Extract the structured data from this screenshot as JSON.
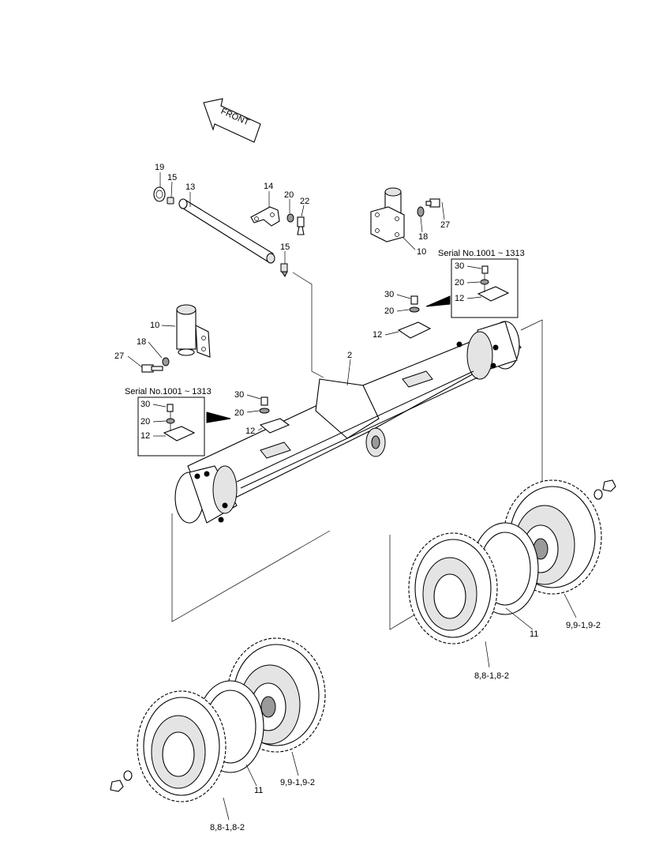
{
  "arrow": {
    "text": "FRONT"
  },
  "serial_boxes": [
    {
      "title": "Serial No.1001 ~ 1313",
      "items": [
        "30",
        "20",
        "12"
      ]
    },
    {
      "title": "Serial No.1001 ~ 1313",
      "items": [
        "30",
        "20",
        "12"
      ]
    }
  ],
  "callouts": {
    "p19": "19",
    "p15a": "15",
    "p13": "13",
    "p14": "14",
    "p20a": "20",
    "p22": "22",
    "p15b": "15",
    "p10a": "10",
    "p18a": "18",
    "p27a": "27",
    "p10b": "10",
    "p18b": "18",
    "p27b": "27",
    "p2": "2",
    "p30a": "30",
    "p20b": "20",
    "p12a": "12",
    "p30b": "30",
    "p20c": "20",
    "p12b": "12",
    "p11a": "11",
    "p9a": "9,9-1,9-2",
    "p8a": "8,8-1,8-2",
    "p11b": "11",
    "p9b": "9,9-1,9-2",
    "p8b": "8,8-1,8-2"
  }
}
